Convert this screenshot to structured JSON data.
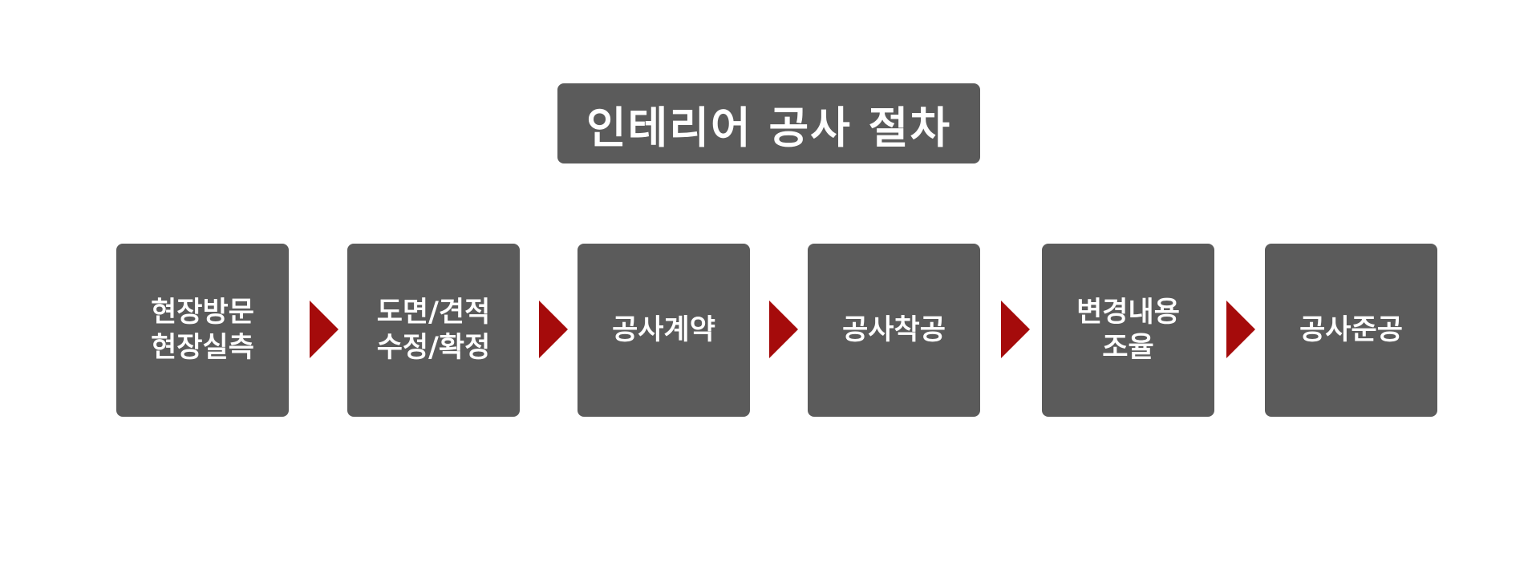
{
  "title": "인테리어 공사 절차",
  "colors": {
    "box": "#5b5b5b",
    "text": "#ffffff",
    "arrow": "#a50b0b",
    "background": "#ffffff"
  },
  "steps": [
    {
      "lines": [
        "현장방문",
        "현장실측"
      ]
    },
    {
      "lines": [
        "도면/견적",
        "수정/확정"
      ]
    },
    {
      "lines": [
        "공사계약"
      ]
    },
    {
      "lines": [
        "공사착공"
      ]
    },
    {
      "lines": [
        "변경내용",
        "조율"
      ]
    },
    {
      "lines": [
        "공사준공"
      ]
    }
  ]
}
